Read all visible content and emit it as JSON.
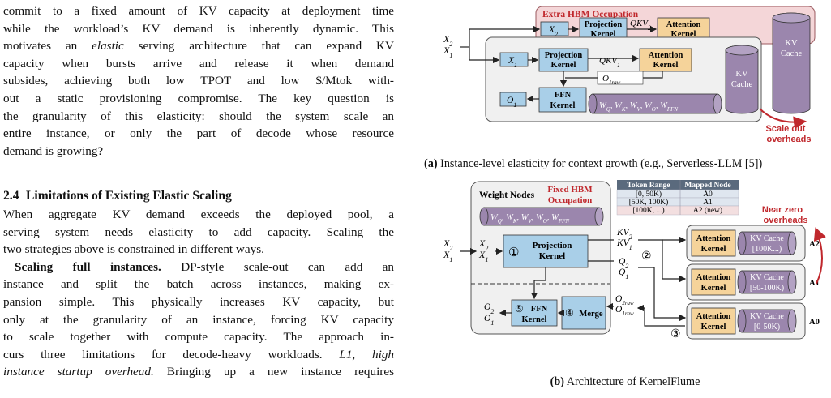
{
  "left_column": {
    "para1_lines": [
      "commit to a fixed amount of KV capacity at deployment time",
      "while the workload’s KV demand is inherently dynamic. This",
      "motivates an |elastic| serving architecture that can expand KV",
      "capacity when bursts arrive and release it when demand",
      "subsides, achieving both low TPOT and low $/Mtok with-",
      "out a static provisioning compromise. The key question is",
      "the granularity of this elasticity: should the system scale an",
      "entire instance, or only the part of decode whose resource",
      "demand is growing?"
    ],
    "section_number": "2.4",
    "section_title": "Limitations of Existing Elastic Scaling",
    "para2_lines": [
      "When aggregate KV demand exceeds the deployed pool, a",
      "serving system needs elasticity to add capacity. Scaling the",
      "two strategies above is constrained in different ways."
    ],
    "para3_bold": "Scaling full instances.",
    "para3_lines": [
      " DP-style scale-out can add an",
      "instance and split the batch across instances, making ex-",
      "pansion simple. This physically increases KV capacity, but",
      "only at the granularity of an instance, forcing KV capacity",
      "to scale together with compute capacity. The approach in-",
      "curs three limitations for decode-heavy workloads. |L1, high|",
      "|instance startup overhead.| Bringing up a new instance requires"
    ]
  },
  "figure_a": {
    "extra_hbm_label": "Extra HBM Occupation",
    "input_x2": "X",
    "input_x1": "X",
    "x2_label": "X",
    "x1_label": "X",
    "projection_label_1": "Projection",
    "projection_label_2": "Kernel",
    "attention_label_1": "Attention",
    "attention_label_2": "Kernel",
    "qkv2": "QKV",
    "qkv1": "QKV",
    "o1raw": "O",
    "o1": "O",
    "ffn_label_1": "FFN",
    "ffn_label_2": "Kernel",
    "kv_cache_1": "KV",
    "kv_cache_2": "Cache",
    "weights_label": "W",
    "scale_out_1": "Scale out",
    "scale_out_2": "overheads",
    "caption_tag": "(a)",
    "caption_text": " Instance-level elasticity for context growth (e.g., Serverless-LLM [5])"
  },
  "figure_b": {
    "weight_nodes": "Weight Nodes",
    "fixed_hbm_1": "Fixed HBM",
    "fixed_hbm_2": "Occupation",
    "table_headers": [
      "Token Range",
      "Mapped Node"
    ],
    "table_rows": [
      [
        "[0, 50K)",
        "A0"
      ],
      [
        "[50K, 100K)",
        "A1"
      ],
      [
        "[100K, ...)",
        "A2 (new)"
      ]
    ],
    "near_zero_1": "Near zero",
    "near_zero_2": "overheads",
    "circle_1": "①",
    "circle_2": "②",
    "circle_3": "③",
    "circle_4": "④",
    "circle_5": "⑤",
    "projection": "Projection",
    "kernel": "Kernel",
    "ffn": "FFN",
    "merge": "Merge",
    "attention": "Attention",
    "kv_cache": "KV Cache",
    "range_a2": "[100K...)",
    "range_a1": "[50-100K)",
    "range_a0": "[0-50K)",
    "node_a2": "A2",
    "node_a1": "A1",
    "node_a0": "A0",
    "caption_tag": "(b)",
    "caption_text": " Architecture of KernelFlume"
  },
  "colors": {
    "blue_box": "#a9cfe8",
    "orange_box": "#f5d39a",
    "purple_cyl": "#9b86ad",
    "pink_region": "#f4d6d8",
    "gray_panel": "#f0f0f0",
    "red": "#c0282d",
    "table_header": "#5a6a7d",
    "table_row": "#dfe6ef",
    "table_row_new": "#f3dfe0"
  }
}
